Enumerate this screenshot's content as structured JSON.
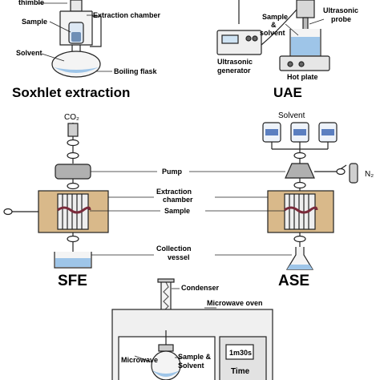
{
  "soxhlet": {
    "title": "Soxhlet extraction",
    "labels": {
      "thimble": "thimble",
      "extraction_chamber": "Extraction chamber",
      "sample": "Sample",
      "solvent": "Solvent",
      "boiling_flask": "Boiling flask"
    }
  },
  "uae": {
    "title": "UAE",
    "labels": {
      "sample_solvent": [
        "Sample",
        "&",
        "solvent"
      ],
      "ultrasonic_probe": [
        "Ultrasonic",
        "probe"
      ],
      "ultrasonic_generator": [
        "Ultrasonic",
        "generator"
      ],
      "hot_plate": "Hot plate"
    }
  },
  "sfe": {
    "title": "SFE",
    "co2_label": "CO₂"
  },
  "ase": {
    "title": "ASE",
    "solvent_label": "Solvent",
    "n2_label": "N₂"
  },
  "shared_labels": {
    "pump": "Pump",
    "extraction_chamber": [
      "Extraction",
      "chamber"
    ],
    "sample": "Sample",
    "collection_vessel": [
      "Collection",
      "vessel"
    ]
  },
  "mae": {
    "labels": {
      "condenser": "Condenser",
      "microwave_oven": "Microwave oven",
      "microwave": "Microwave",
      "sample_solvent": [
        "Sample &",
        "Solvent"
      ],
      "timer_display": "1m30s",
      "time": "Time"
    }
  },
  "colors": {
    "wood_block": "#d9b98a",
    "liquid_blue": "#9ec5e8",
    "sample_maroon": "#7a2a3a",
    "metal_gray": "#9a9a9a"
  }
}
